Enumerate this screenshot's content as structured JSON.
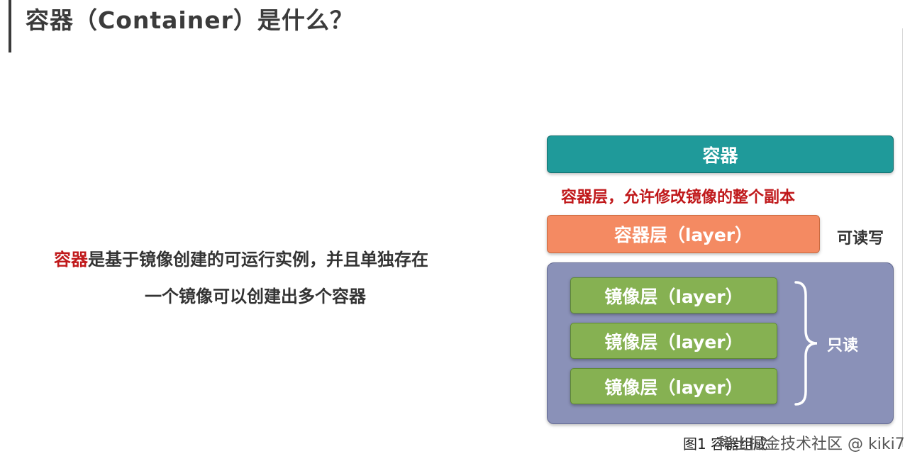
{
  "header": {
    "title": "容器（Container）是什么？"
  },
  "description": {
    "highlight": "容器",
    "line1_rest": "是基于镜像创建的可运行实例，并且单独存在",
    "line2": "一个镜像可以创建出多个容器"
  },
  "diagram": {
    "container_label": "容器",
    "container_layer_note": "容器层，允许修改镜像的整个副本",
    "container_layer_label": "容器层（layer）",
    "read_write_label": "可读写",
    "image_layers": [
      {
        "label": "镜像层（layer）"
      },
      {
        "label": "镜像层（layer）"
      },
      {
        "label": "镜像层（layer）"
      }
    ],
    "read_only_label": "只读",
    "caption": "图1 容器组成",
    "watermark": "稀土掘金技术社区 @ kiki7"
  },
  "colors": {
    "container": "#1f9a9a",
    "container_layer": "#f48a62",
    "image_panel": "#8a91b8",
    "image_layer": "#86b152",
    "accent_red": "#c0191b"
  }
}
